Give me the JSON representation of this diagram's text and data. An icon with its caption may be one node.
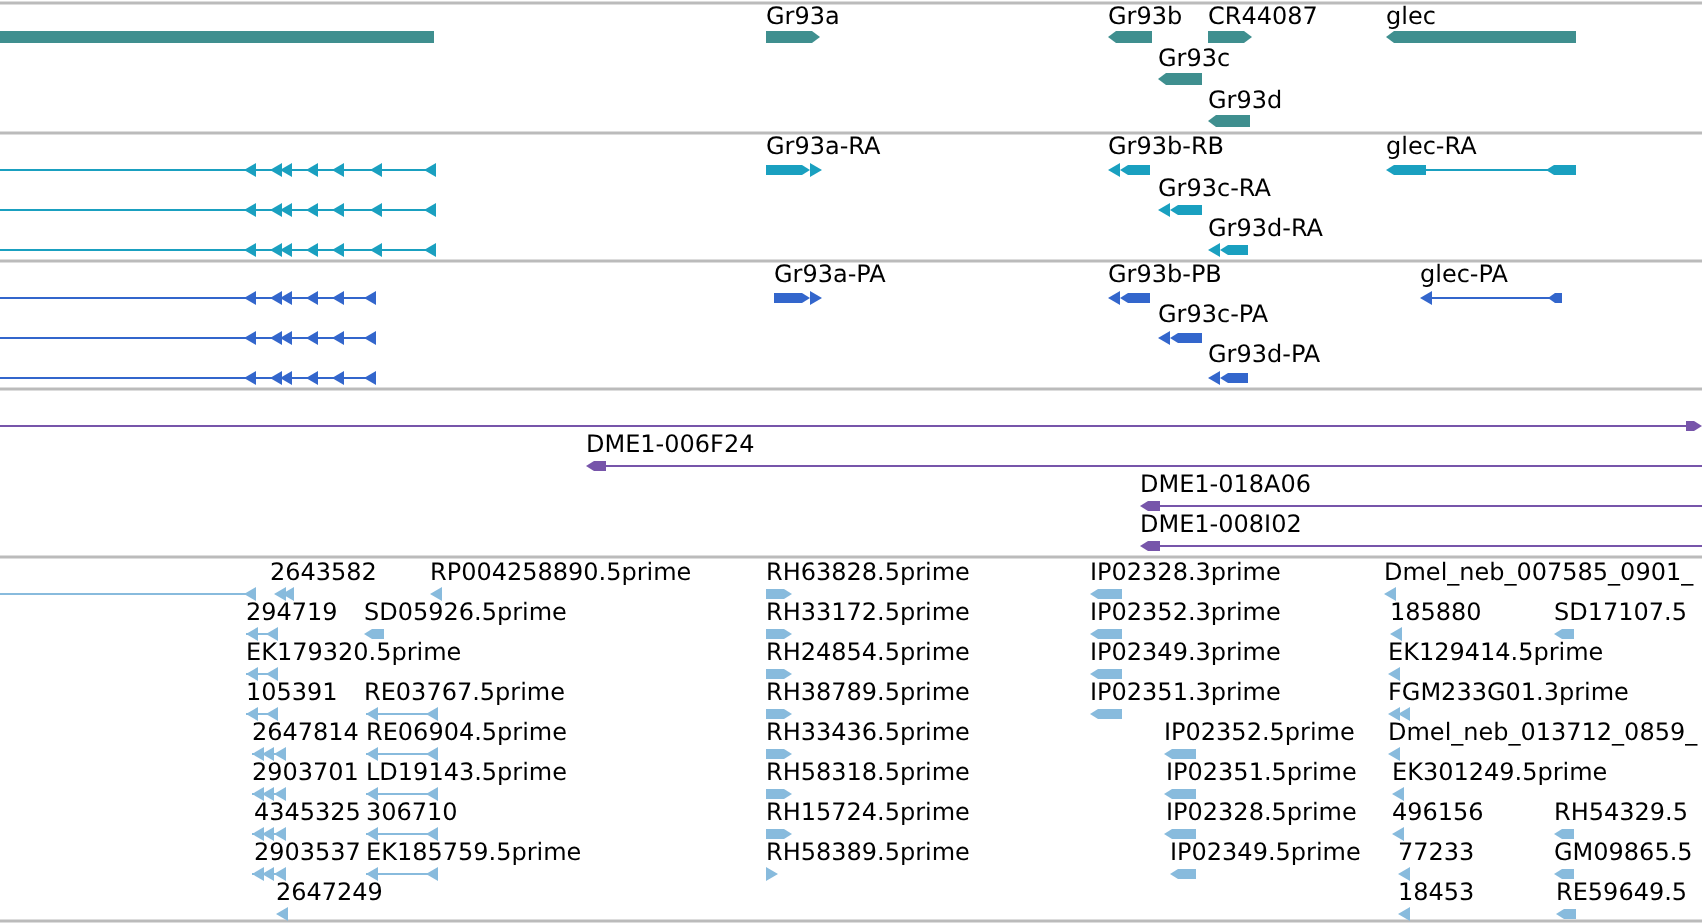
{
  "diagram": {
    "labels": [
      "Gr93a",
      "Gr93b",
      "CR44087",
      "glec",
      "Gr93c",
      "Gr93d",
      "Gr93a-RA",
      "Gr93b-RB",
      "glec-RA",
      "Gr93c-RA",
      "Gr93d-RA",
      "Gr93a-PA",
      "Gr93b-PB",
      "glec-PA",
      "Gr93c-PA",
      "Gr93d-PA",
      "DME1-006F24",
      "DME1-018A06",
      "DME1-008I02",
      "2643582",
      "RP004258890.5prime",
      "RH63828.5prime",
      "IP02328.3prime",
      "Dmel_neb_007585_0901_",
      "294719",
      "SD05926.5prime",
      "RH33172.5prime",
      "IP02352.3prime",
      "185880",
      "SD17107.5",
      "EK179320.5prime",
      "RH24854.5prime",
      "IP02349.3prime",
      "EK129414.5prime",
      "105391",
      "RE03767.5prime",
      "RH38789.5prime",
      "IP02351.3prime",
      "FGM233G01.3prime",
      "2647814",
      "RE06904.5prime",
      "RH33436.5prime",
      "IP02352.5prime",
      "Dmel_neb_013712_0859_",
      "2903701",
      "LD19143.5prime",
      "RH58318.5prime",
      "IP02351.5prime",
      "EK301249.5prime",
      "4345325",
      "306710",
      "RH15724.5prime",
      "IP02328.5prime",
      "496156",
      "RH54329.5",
      "2903537",
      "EK185759.5prime",
      "RH58389.5prime",
      "IP02349.5prime",
      "77233",
      "GM09865.5",
      "2647249",
      "18453",
      "RE59649.5"
    ]
  }
}
